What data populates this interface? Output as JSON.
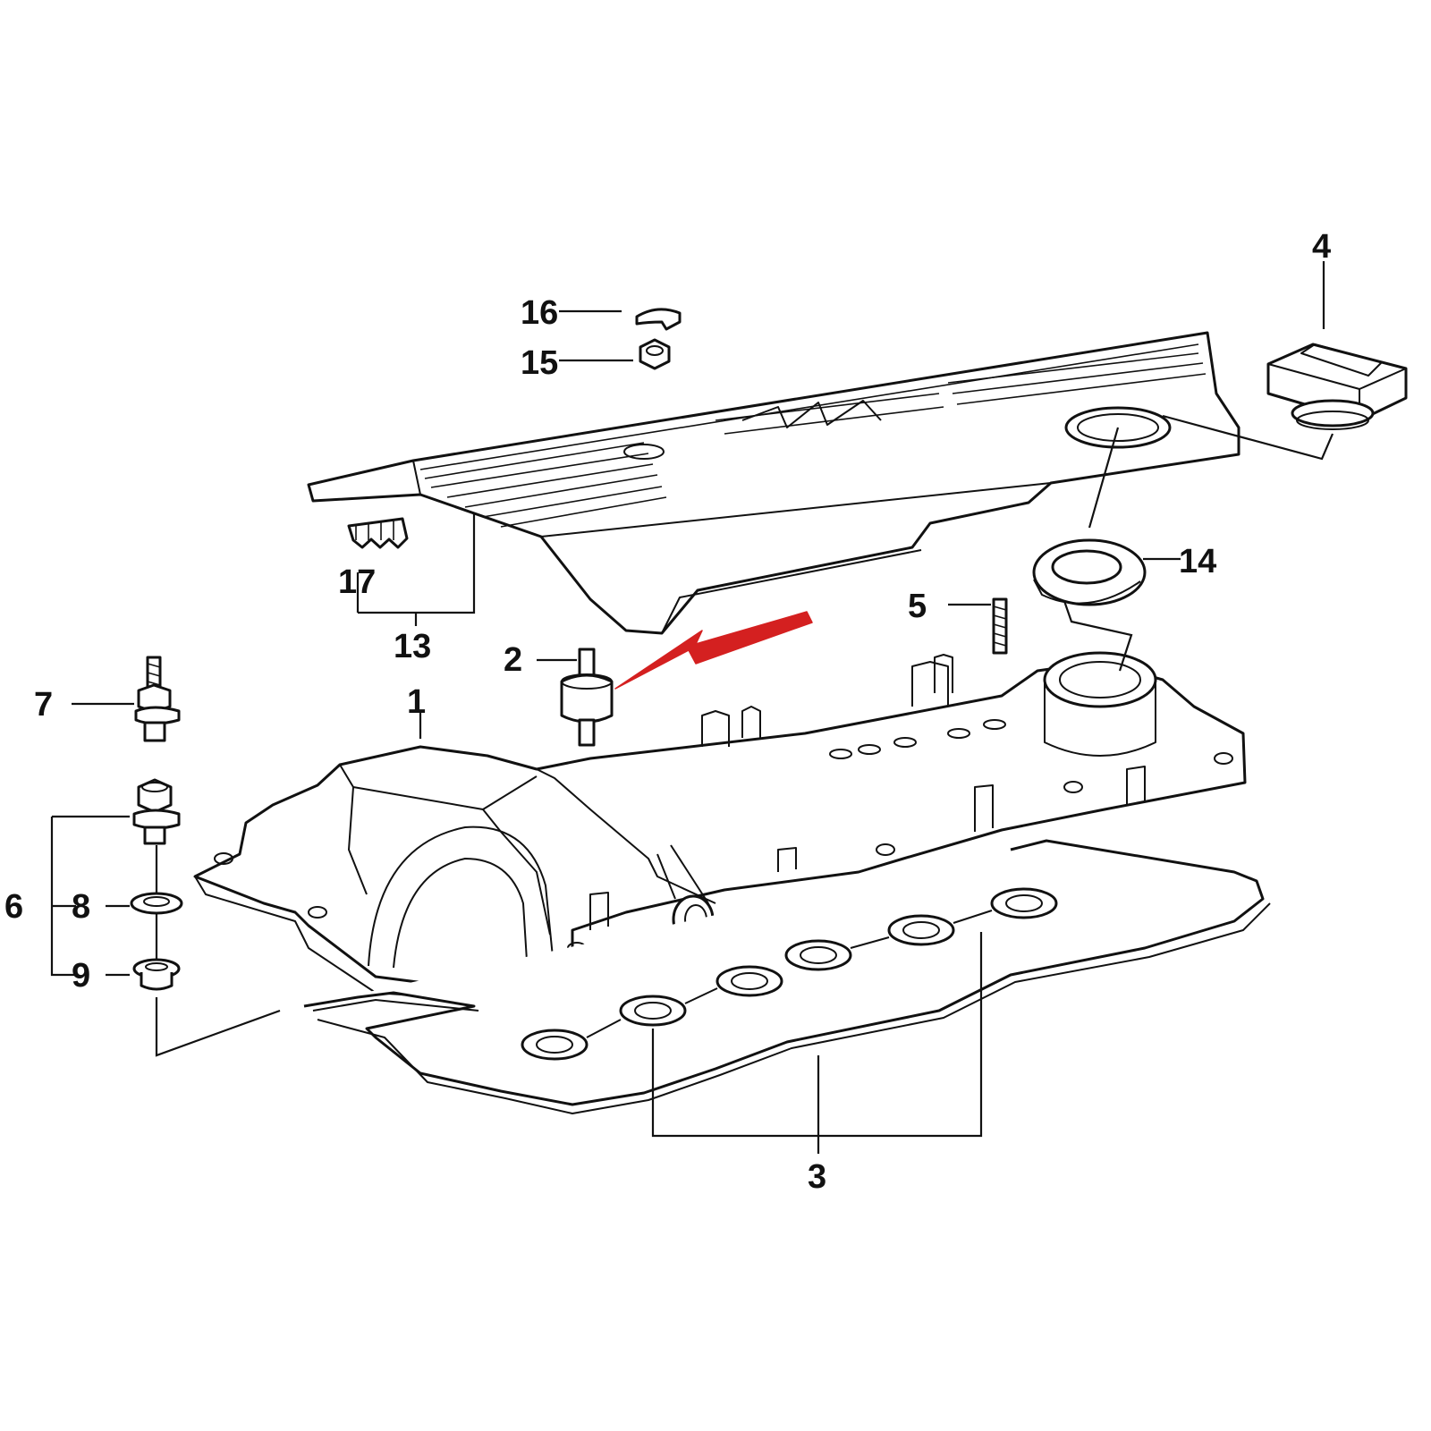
{
  "diagram": {
    "labels": {
      "l1": "1",
      "l2": "2",
      "l3": "3",
      "l4": "4",
      "l5": "5",
      "l6": "6",
      "l7": "7",
      "l8": "8",
      "l9": "9",
      "l13": "13",
      "l14": "14",
      "l15": "15",
      "l16": "16",
      "l17": "17"
    },
    "colors": {
      "line": "#111111",
      "background": "#ffffff",
      "arrow": "#d42020"
    },
    "icons": {
      "pointer": "red-arrow-icon"
    }
  }
}
